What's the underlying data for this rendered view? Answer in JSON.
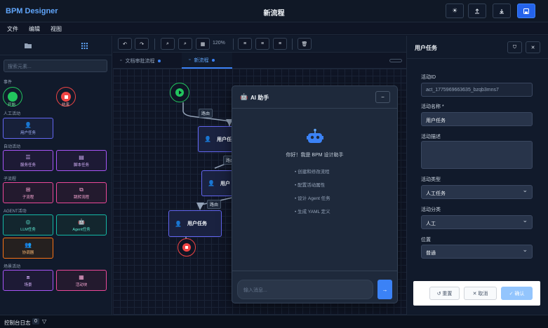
{
  "header": {
    "brand": "BPM Designer",
    "doc_title": "新流程",
    "icons": {
      "theme": "sun-icon",
      "upload": "upload-icon",
      "download": "download-icon",
      "save": "save-icon"
    }
  },
  "menu": [
    "文件",
    "编辑",
    "视图"
  ],
  "palette": {
    "tabs": [
      "folder-icon",
      "grid-icon"
    ],
    "search_placeholder": "搜索元素...",
    "groups": {
      "event": "事件",
      "human": "人工活动",
      "auto": "自动活动",
      "sub": "子流程",
      "agent": "AGENT活动",
      "scene": "场景活动"
    },
    "items": {
      "start": "开始",
      "end": "结束",
      "user_task": "用户任务",
      "service_task": "服务任务",
      "script_task": "脚本任务",
      "subprocess": "子流程",
      "jump": "跳转流程",
      "llm": "LLM任务",
      "agent": "Agent任务",
      "coordinator": "协调器",
      "scene": "场景",
      "activity_block": "活动块"
    }
  },
  "toolbar": {
    "zoom": "120%"
  },
  "doc_tabs": [
    {
      "label": "文档审批流程"
    },
    {
      "label": "新流程"
    }
  ],
  "canvas": {
    "edge_labels": [
      "路由",
      "路由",
      "路由"
    ],
    "nodes": [
      "用户任",
      "用户",
      "用户任务"
    ]
  },
  "ai": {
    "title": "AI 助手",
    "greeting": "你好！我是 BPM 设计助手",
    "features": [
      "• 创建和修改流程",
      "• 配置活动属性",
      "• 设计 Agent 任务",
      "• 生成 YAML 定义"
    ],
    "input_placeholder": "输入消息...",
    "send": "→",
    "minimize": "−"
  },
  "props": {
    "title": "用户任务",
    "id_label": "活动ID",
    "id_value": "act_1775969663635_bzqb3mns7",
    "name_label": "活动名称 *",
    "name_value": "用户任务",
    "desc_label": "活动描述",
    "type_label": "活动类型",
    "type_value": "人工任务",
    "category_label": "活动分类",
    "category_value": "人工",
    "position_label": "位置",
    "position_value": "普通",
    "reset": "↺ 重置",
    "cancel": "✕ 取消",
    "confirm": "✓ 确认"
  },
  "status": {
    "label": "控制台日志",
    "count": "0"
  },
  "colors": {
    "accent": "#3b82f6",
    "start": "#22c55e",
    "end": "#ef4444",
    "node_border": "#6366f1"
  }
}
